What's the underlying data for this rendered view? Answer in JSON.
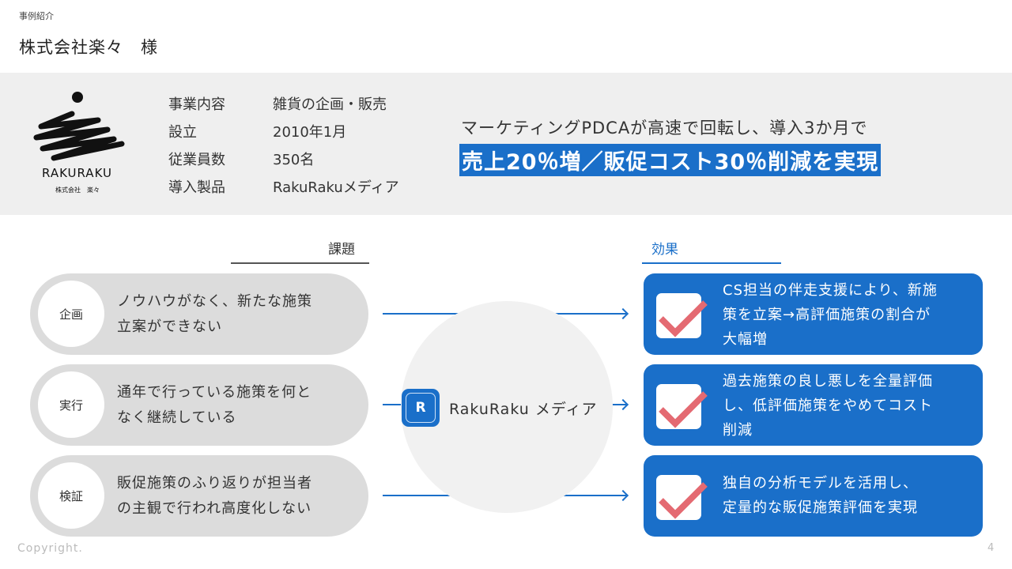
{
  "header": {
    "section": "事例紹介",
    "title": "株式会社楽々　様"
  },
  "company": {
    "logo_text": "RAKURAKU",
    "logo_sub": "株式会社　楽々",
    "rows": [
      {
        "label": "事業内容",
        "value": "雑貨の企画・販売"
      },
      {
        "label": "設立",
        "value": "2010年1月"
      },
      {
        "label": "従業員数",
        "value": "350名"
      },
      {
        "label": "導入製品",
        "value": "RakuRakuメディア"
      }
    ]
  },
  "headline": {
    "line1": "マーケティングPDCAが高速で回転し、導入3か月で",
    "line2": "売上20％増／販促コスト30％削減を実現"
  },
  "columns": {
    "issues": "課題",
    "effects": "効果"
  },
  "issues": [
    {
      "tag": "企画",
      "lines": [
        "ノウハウがなく、新たな施策",
        "立案ができない"
      ]
    },
    {
      "tag": "実行",
      "lines": [
        "通年で行っている施策を何と",
        "なく継続している"
      ]
    },
    {
      "tag": "検証",
      "lines": [
        "販促施策のふり返りが担当者",
        "の主観で行われ高度化しない"
      ]
    }
  ],
  "product": {
    "icon_letter": "R",
    "name": "RakuRaku メディア"
  },
  "effects": [
    {
      "lines": [
        "CS担当の伴走支援により、新施",
        "策を立案→高評価施策の割合が",
        "大幅増"
      ]
    },
    {
      "lines": [
        "過去施策の良し悪しを全量評価",
        "し、低評価施策をやめてコスト",
        "削減"
      ]
    },
    {
      "lines": [
        "独自の分析モデルを活用し、",
        "定量的な販促施策評価を実現"
      ]
    }
  ],
  "footer": {
    "copyright": "Copyright.",
    "page": "4"
  },
  "colors": {
    "accent": "#1a6fc9",
    "check": "#e46a72",
    "band": "#efefef",
    "pill": "#dcdcdc"
  }
}
